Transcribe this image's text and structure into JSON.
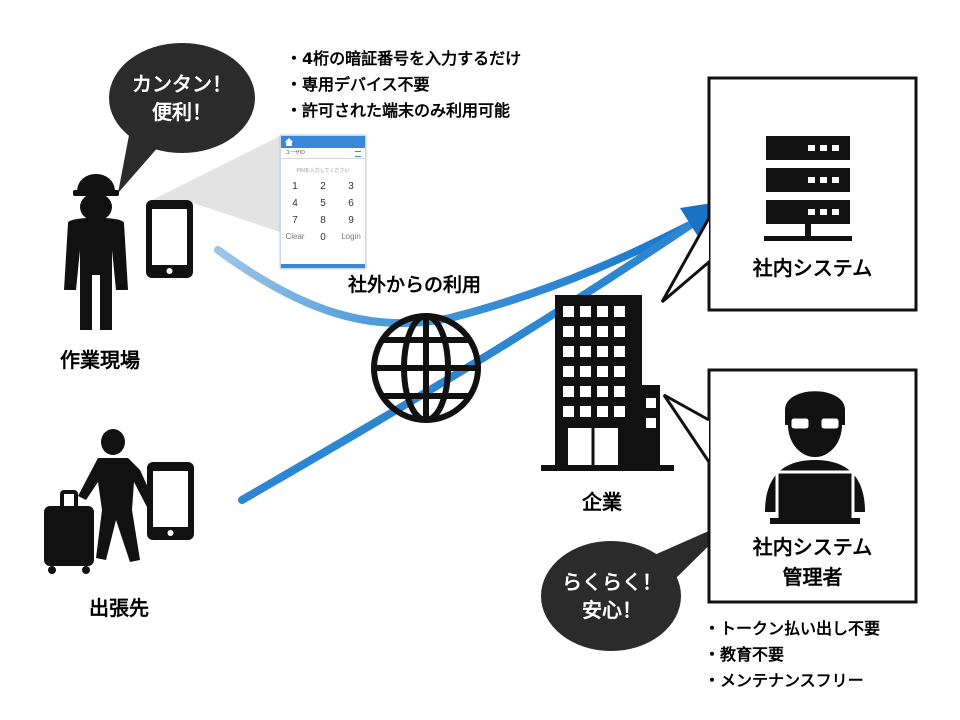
{
  "worker_bubble": {
    "line1": "カンタン！",
    "line2": "便利！"
  },
  "worker_features": [
    "・4桁の暗証番号を入力するだけ",
    "・専用デバイス不要",
    "・許可された端末のみ利用可能"
  ],
  "pin_app": {
    "user_label": "ユーザID",
    "placeholder": "PINを入力してください",
    "keys": [
      "1",
      "2",
      "3",
      "4",
      "5",
      "6",
      "7",
      "8",
      "9",
      "Clear",
      "0",
      "Login"
    ]
  },
  "labels": {
    "worksite": "作業現場",
    "business_trip": "出張先",
    "external_access": "社外からの利用",
    "company": "企業",
    "internal_system": "社内システム",
    "admin_line1": "社内システム",
    "admin_line2": "管理者"
  },
  "admin_bubble": {
    "line1": "らくらく！",
    "line2": "安心！"
  },
  "admin_features": [
    "・トークン払い出し不要",
    "・教育不要",
    "・メンテナンスフリー"
  ],
  "colors": {
    "accent": "#1f7fd0",
    "dark": "#111111",
    "bubble": "#2b2b2b"
  }
}
